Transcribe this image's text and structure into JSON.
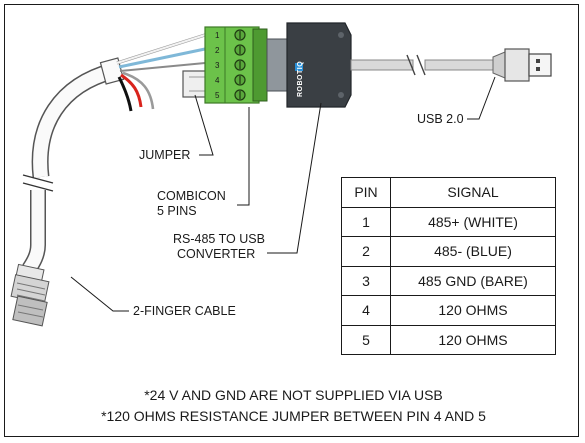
{
  "colors": {
    "terminal_green": "#6cc24a",
    "converter_body": "#3a3f44",
    "wire_white": "#f2f2f2",
    "wire_blue": "#7fb8d8",
    "wire_red": "#d9231c",
    "wire_black": "#111111"
  },
  "labels": {
    "jumper": "JUMPER",
    "combicon_line1": "COMBICON",
    "combicon_line2": "5 PINS",
    "converter_line1": "RS-485 TO USB",
    "converter_line2": "CONVERTER",
    "usb": "USB 2.0",
    "cable": "2-FINGER CABLE",
    "brand": "ROBOTIQ"
  },
  "terminal_pins": [
    "1",
    "2",
    "3",
    "4",
    "5"
  ],
  "table": {
    "headers": [
      "PIN",
      "SIGNAL"
    ],
    "rows": [
      {
        "pin": "1",
        "signal": "485+ (WHITE)"
      },
      {
        "pin": "2",
        "signal": "485- (BLUE)"
      },
      {
        "pin": "3",
        "signal": "485 GND (BARE)"
      },
      {
        "pin": "4",
        "signal": "120 OHMS"
      },
      {
        "pin": "5",
        "signal": "120 OHMS"
      }
    ]
  },
  "notes": [
    "*24 V AND GND ARE NOT SUPPLIED VIA USB",
    "*120 OHMS RESISTANCE JUMPER BETWEEN PIN 4 AND 5"
  ]
}
